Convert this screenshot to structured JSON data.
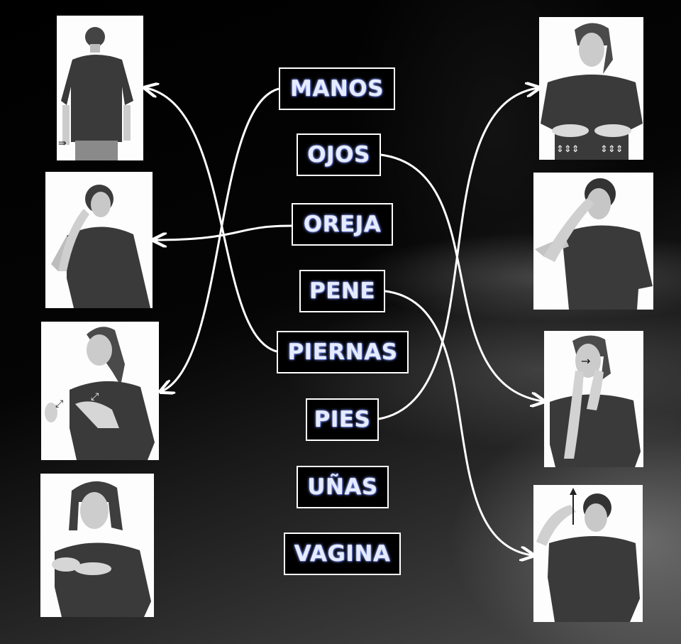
{
  "words": [
    {
      "id": "manos",
      "label": "MANOS"
    },
    {
      "id": "ojos",
      "label": "OJOS"
    },
    {
      "id": "oreja",
      "label": "OREJA"
    },
    {
      "id": "pene",
      "label": "PENE"
    },
    {
      "id": "piernas",
      "label": "PIERNAS"
    },
    {
      "id": "pies",
      "label": "PIES"
    },
    {
      "id": "unas",
      "label": "UÑAS"
    },
    {
      "id": "vagina",
      "label": "VAGINA"
    }
  ],
  "colors": {
    "background": "#000000",
    "word_text": "#e6ecff",
    "word_glow": "#8aa0ff",
    "border": "#ffffff",
    "arrow": "#ffffff",
    "shirt": "#3a3a3a"
  },
  "photos": [
    {
      "id": "left-1",
      "icon": "person-standing-hands-down-icon"
    },
    {
      "id": "left-2",
      "icon": "person-touching-ear-icon"
    },
    {
      "id": "left-3",
      "icon": "person-hands-gesture-icon"
    },
    {
      "id": "left-4",
      "icon": "person-fingers-together-icon"
    },
    {
      "id": "right-1",
      "icon": "person-hands-palms-down-icon"
    },
    {
      "id": "right-2",
      "icon": "person-touching-eye-icon"
    },
    {
      "id": "right-3",
      "icon": "person-pointing-eyes-icon"
    },
    {
      "id": "right-4",
      "icon": "person-hand-on-head-icon"
    }
  ],
  "connections": [
    {
      "from": "manos",
      "to": "left-3"
    },
    {
      "from": "piernas",
      "to": "left-1"
    },
    {
      "from": "oreja",
      "to": "left-2"
    },
    {
      "from": "ojos",
      "to": "right-3"
    },
    {
      "from": "pies",
      "to": "right-1"
    },
    {
      "from": "pene",
      "to": "right-4"
    }
  ]
}
